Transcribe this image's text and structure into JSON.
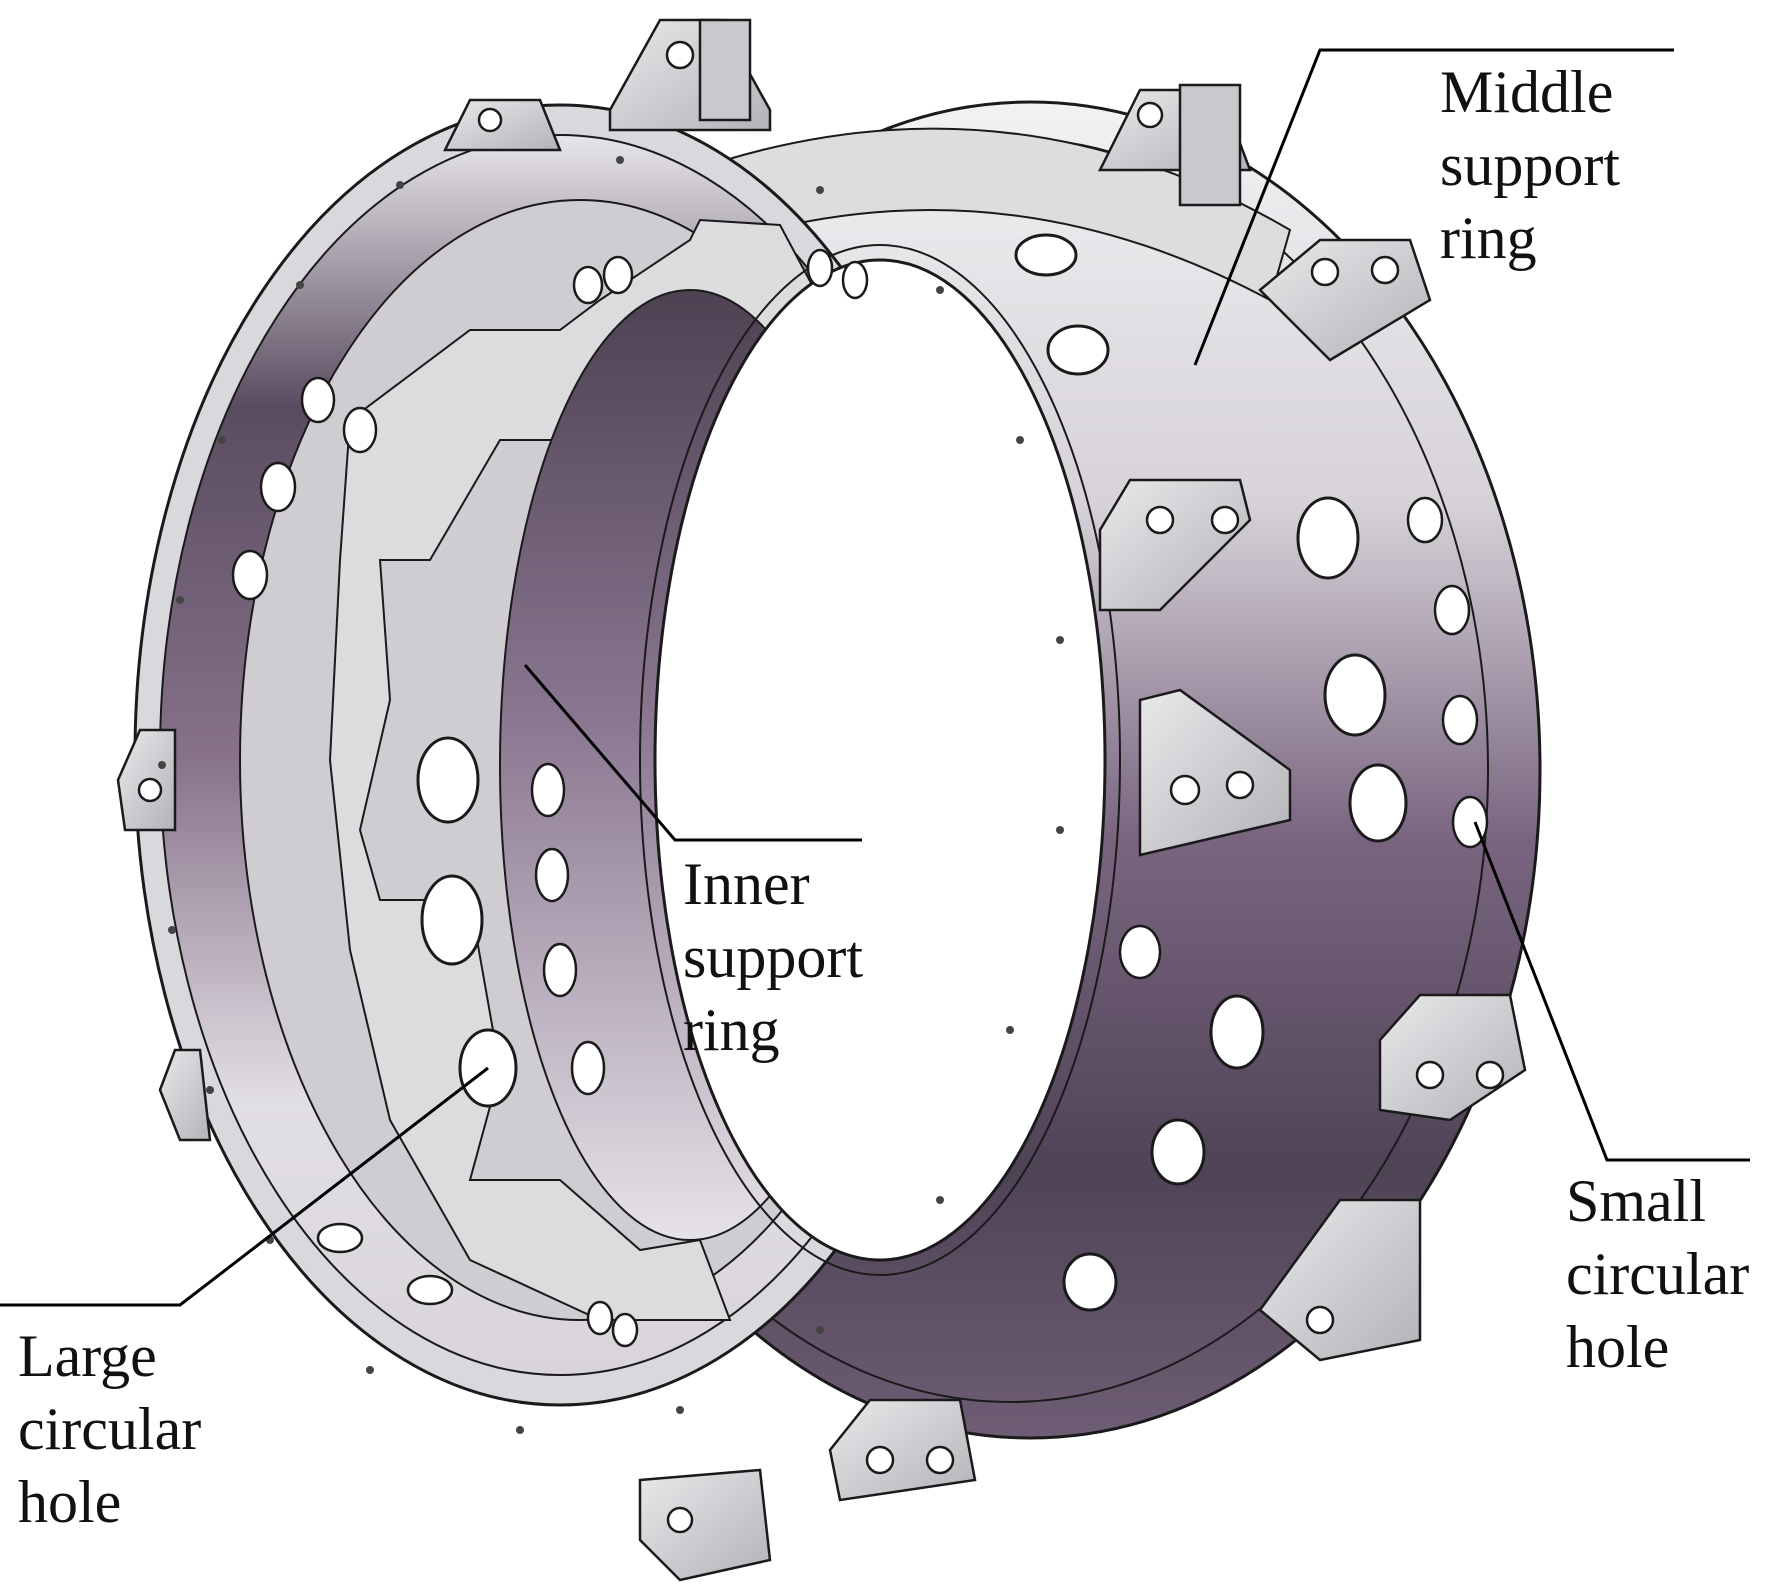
{
  "labels": {
    "middle": {
      "line1": "Middle",
      "line2": "support",
      "line3": "ring"
    },
    "inner": {
      "line1": "Inner",
      "line2": "support",
      "line3": "ring"
    },
    "small": {
      "line1": "Small",
      "line2": "circular",
      "line3": "hole"
    },
    "large": {
      "line1": "Large",
      "line2": "circular",
      "line3": "hole"
    }
  },
  "colors": {
    "steel_light": "#dcdcdf",
    "steel_mid": "#b9b8bf",
    "band_dark": "#5a4c60",
    "band_purple": "#7d6a83",
    "band_light": "#d7d2d9",
    "outline": "#1a1a1a",
    "leader": "#000000"
  }
}
